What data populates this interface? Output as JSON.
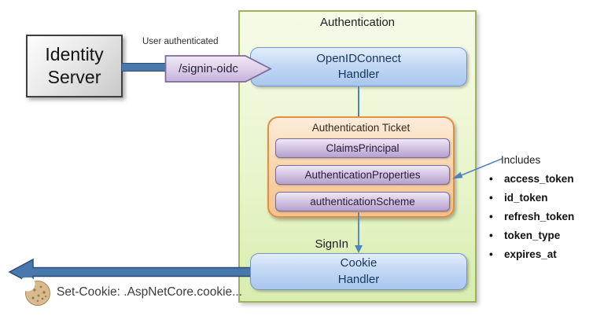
{
  "identity_server_label": "Identity\nServer",
  "flow": {
    "user_authenticated": "User authenticated",
    "signin_route": "/signin-oidc",
    "signin_label": "SignIn",
    "set_cookie": "Set-Cookie: .AspNetCore.cookie..."
  },
  "authentication": {
    "title": "Authentication",
    "openid_handler_label": "OpenIDConnect\nHandler",
    "cookie_handler_label": "Cookie\nHandler",
    "ticket": {
      "title": "Authentication Ticket",
      "items": [
        "ClaimsPrincipal",
        "AuthenticationProperties",
        "authenticationScheme"
      ]
    }
  },
  "includes": {
    "title": "Includes",
    "items": [
      "access_token",
      "id_token",
      "refresh_token",
      "token_type",
      "expires_at"
    ]
  },
  "icons": {
    "cookie": "cookie-icon"
  },
  "colors": {
    "accent_blue": "#4F81BD",
    "blue_box_border": "#6E96C4",
    "green_fill": "#E9F5CD",
    "green_border": "#9CB25D",
    "orange_fill": "#F9D6AD",
    "orange_border": "#E08F44",
    "purple_fill": "#D4C6E3",
    "purple_border": "#7C6A9D",
    "gray_box_border": "#3F3F3F"
  }
}
